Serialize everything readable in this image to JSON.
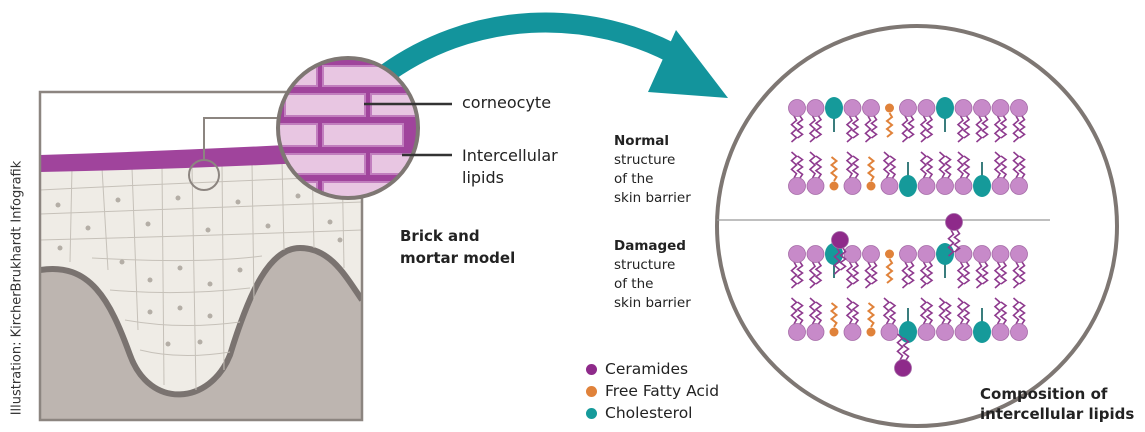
{
  "credit": "Illustration: KircherBrukhardt Infografik",
  "zoom_labels": {
    "corneocyte": "corneocyte",
    "intercellular_line1": "Intercellular",
    "intercellular_line2": "lipids"
  },
  "model_title": {
    "line1": "Brick and",
    "line2": "mortar model"
  },
  "normal": {
    "bold": "Normal",
    "line2": "structure",
    "line3": "of the",
    "line4": "skin barrier"
  },
  "damaged": {
    "bold": "Damaged",
    "line2": "structure",
    "line3": "of the",
    "line4": "skin barrier"
  },
  "legend": [
    {
      "label": "Ceramides",
      "color": "#8e2a8a"
    },
    {
      "label": "Free Fatty Acid",
      "color": "#e0823a"
    },
    {
      "label": "Cholesterol",
      "color": "#159a9a"
    }
  ],
  "composition_title": {
    "line1": "Composition of",
    "line2": "intercellular lipids"
  },
  "colors": {
    "ceramide_head": "#c78ac9",
    "ceramide_dark": "#8e2a8a",
    "lipid_tail": "#8e3a8e",
    "fatty_acid": "#e0823a",
    "cholesterol": "#159a9a",
    "arrow": "#13949c",
    "skin_top": "#a0449c",
    "tissue": "#efece6",
    "dermis": "#bdb5b0",
    "circle_border": "#7e7773"
  }
}
